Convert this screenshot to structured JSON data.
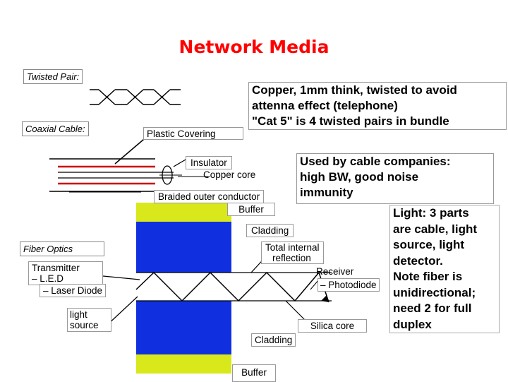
{
  "title": "Network Media",
  "labels": {
    "twisted_pair": "Twisted Pair:",
    "coaxial_cable": "Coaxial Cable:",
    "fiber_optics": "Fiber Optics",
    "plastic_covering": "Plastic Covering",
    "insulator": "Insulator",
    "copper_core": "Copper core",
    "braided_outer_conductor": "Braided outer conductor",
    "buffer_top": "Buffer",
    "cladding_top": "Cladding",
    "total_internal": "Total internal",
    "reflection": "reflection",
    "transmitter": "Transmitter",
    "led": "– L.E.D",
    "laser_diode": "– Laser Diode",
    "light": "light",
    "source": "source",
    "receiver": "Receiver",
    "photodiode": "– Photodiode",
    "silica_core": "Silica core",
    "cladding_bottom": "Cladding",
    "buffer_bottom": "Buffer"
  },
  "notes": {
    "twisted_pair_lines": [
      "Copper, 1mm think, twisted to avoid",
      "attenna effect (telephone)",
      "\"Cat 5\" is 4 twisted pairs in bundle"
    ],
    "coax_lines": [
      "Used by cable companies:",
      "high BW, good noise",
      "immunity"
    ],
    "fiber_lines": [
      "Light: 3 parts",
      "are cable, light",
      "source, light",
      "detector.",
      "Note fiber is",
      "unidirectional;",
      "need 2 for full",
      "duplex"
    ]
  },
  "colors": {
    "title": "#ff0000",
    "fiber_blue": "#1030e0",
    "buffer_yellow": "#d8e81a",
    "coax_red": "#cc0000"
  }
}
